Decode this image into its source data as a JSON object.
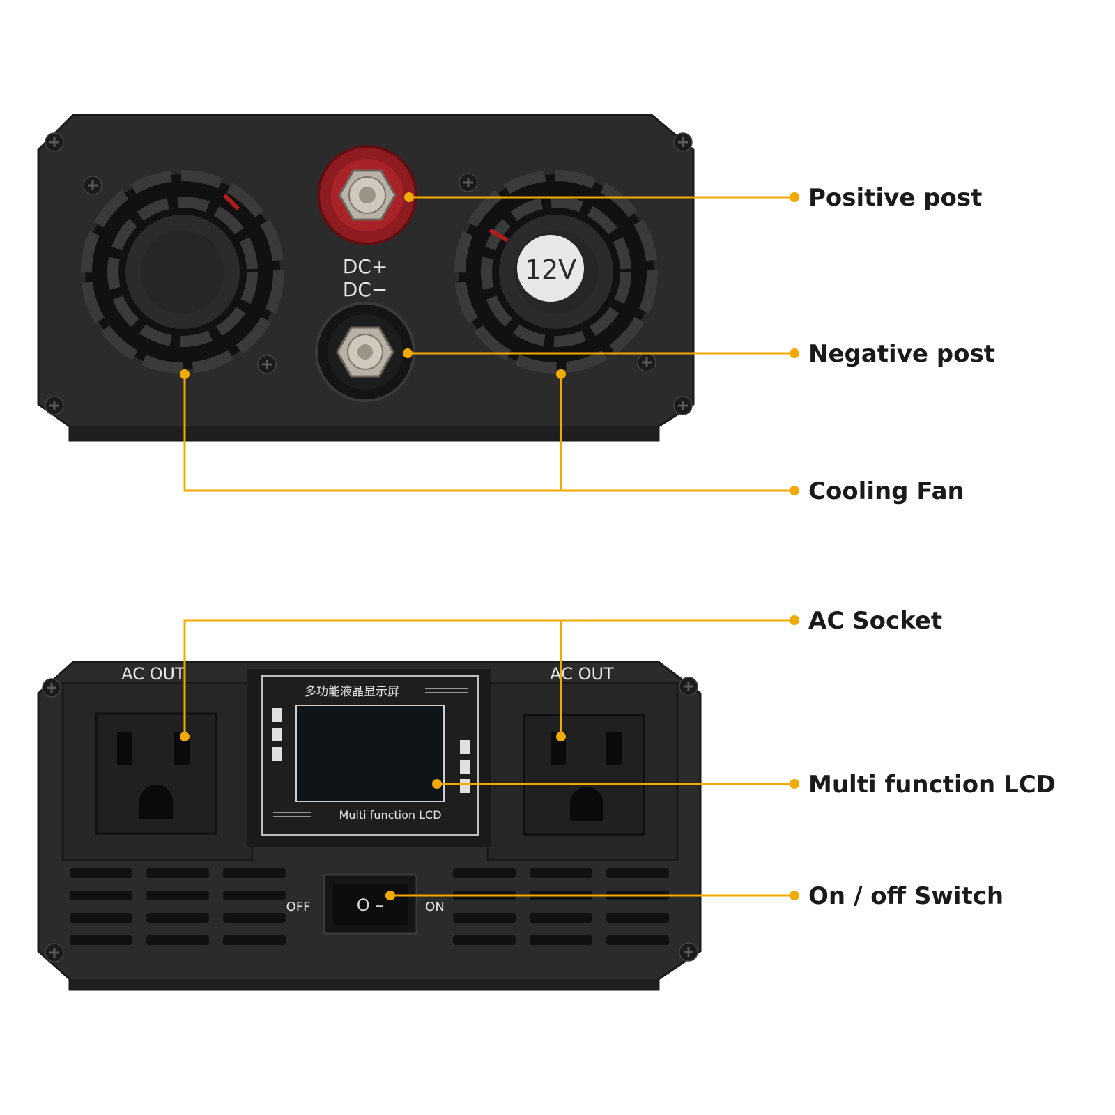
{
  "colors": {
    "accent": "#f2a900",
    "housing": "#2b2b2b",
    "positive_post": "#8e1b1f",
    "label": "#1a1a1a"
  },
  "top_panel": {
    "dc_positive": "DC+",
    "dc_negative": "DC−",
    "voltage_badge": "12V"
  },
  "bottom_panel": {
    "ac_out_left": "AC OUT",
    "ac_out_right": "AC OUT",
    "lcd_title_cn": "多功能液晶显示屏",
    "lcd_caption": "Multi function LCD",
    "switch_off": "OFF",
    "switch_on": "ON",
    "switch_glyphs": "O –"
  },
  "callouts": {
    "positive_post": "Positive post",
    "negative_post": "Negative post",
    "cooling_fan": "Cooling Fan",
    "ac_socket": "AC Socket",
    "multi_function_lcd": "Multi function LCD",
    "on_off_switch": "On / off Switch"
  }
}
